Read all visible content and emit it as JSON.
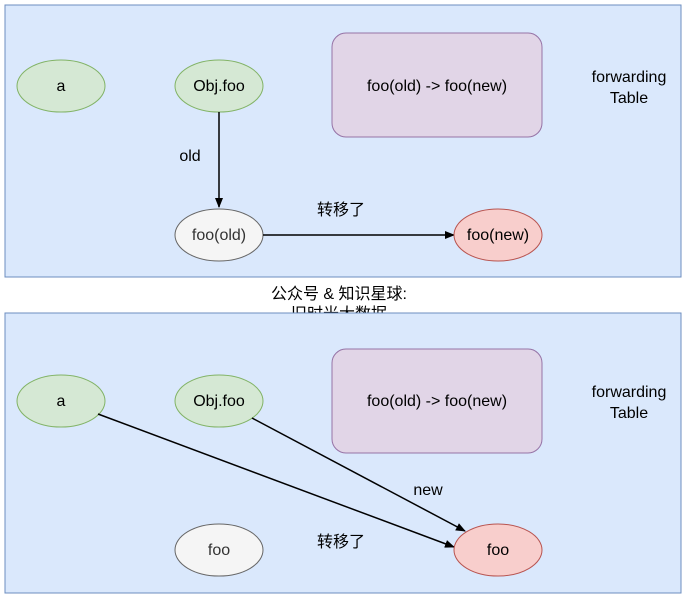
{
  "colors": {
    "panel_fill": "#dae8fc",
    "panel_stroke": "#6c8ebf",
    "green_fill": "#d5e8d4",
    "green_stroke": "#82b366",
    "purple_fill": "#e1d5e7",
    "purple_stroke": "#9673a6",
    "gray_fill": "#f5f5f5",
    "gray_stroke": "#666666",
    "red_fill": "#f8cecc",
    "red_stroke": "#b85450"
  },
  "top": {
    "node_a": "a",
    "node_obj": "Obj.foo",
    "node_old": "foo(old)",
    "node_new": "foo(new)",
    "box": "foo(old) -> foo(new)",
    "side_label_line1": "forwarding",
    "side_label_line2": "Table",
    "edge_old_label": "old",
    "transfer_label": "转移了"
  },
  "caption": {
    "line1": "公众号 & 知识星球:",
    "line2": "旧时光大数据"
  },
  "bottom": {
    "node_a": "a",
    "node_obj": "Obj.foo",
    "node_foo": "foo",
    "node_target": "foo",
    "box": "foo(old) -> foo(new)",
    "side_label_line1": "forwarding",
    "side_label_line2": "Table",
    "edge_new_label": "new",
    "transfer_label": "转移了"
  }
}
